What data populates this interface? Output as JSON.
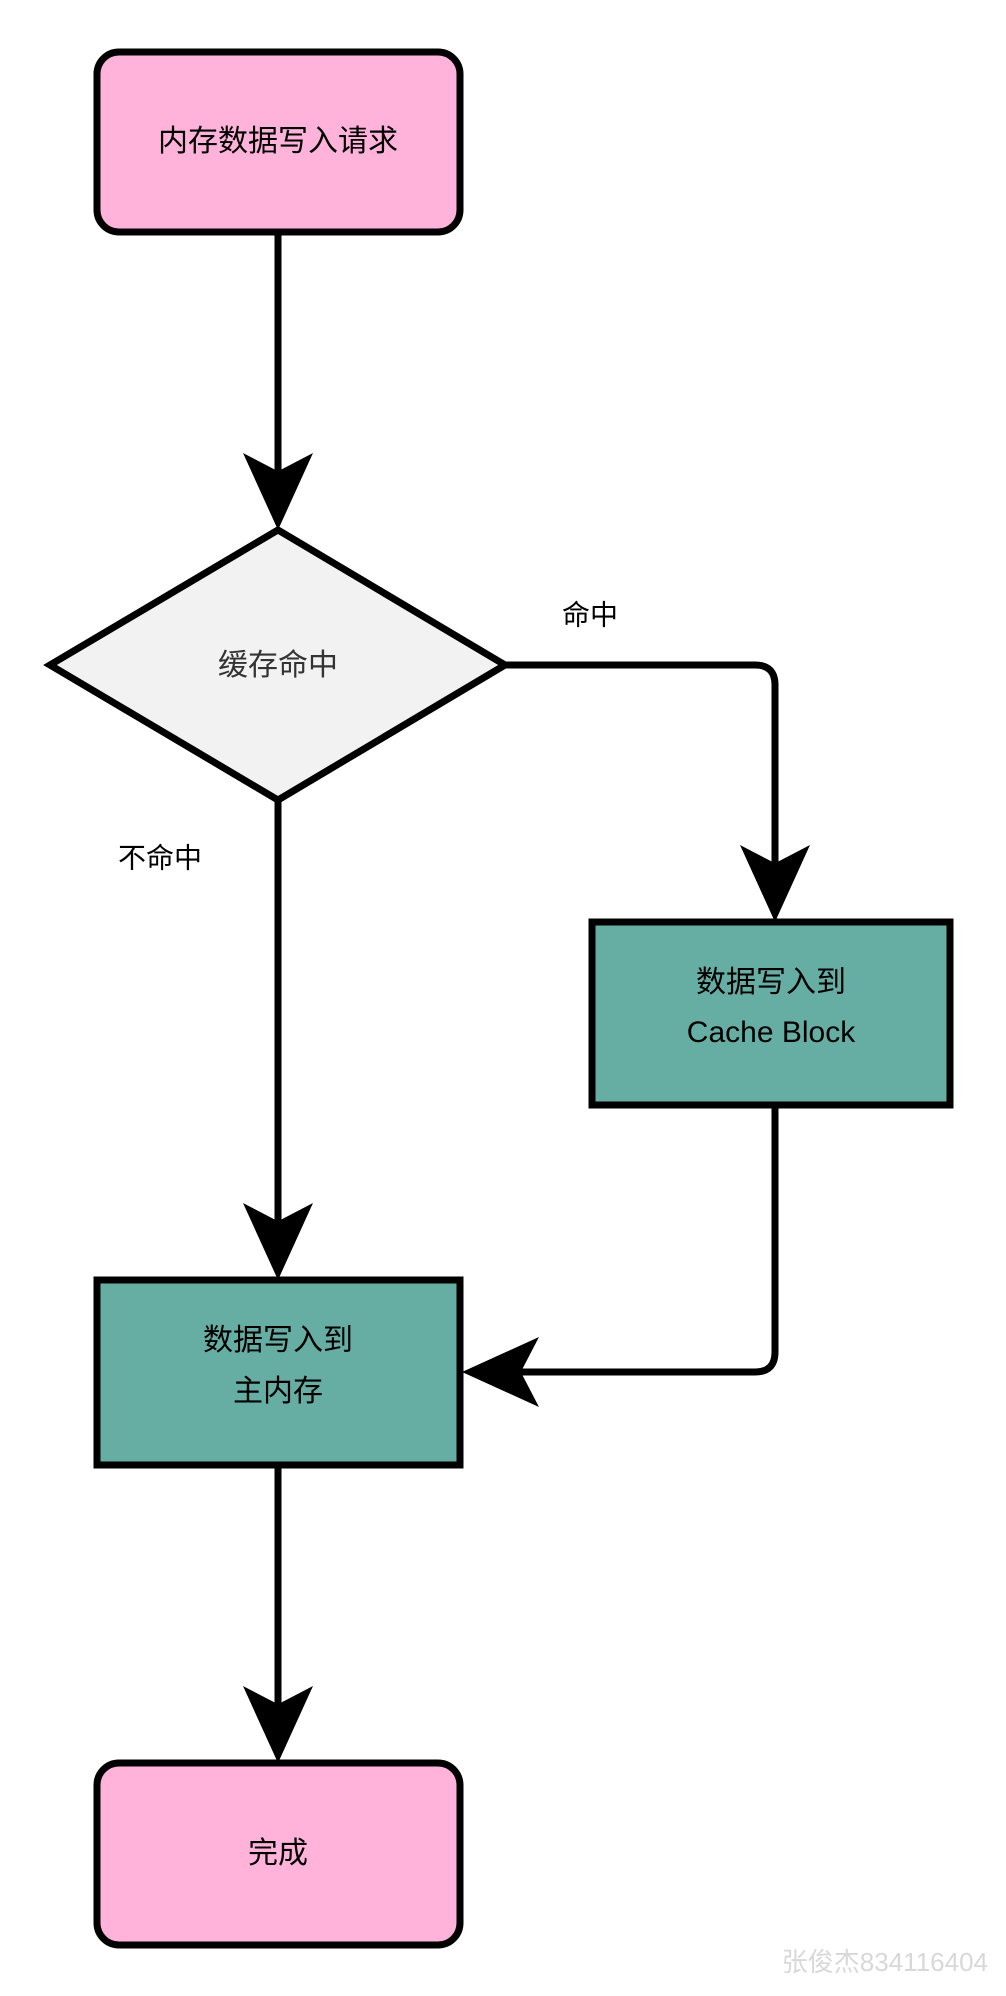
{
  "diagram": {
    "type": "flowchart",
    "title_visible": false,
    "background_color": "#ffffff",
    "palette": {
      "terminal_fill": "#ffb3da",
      "process_fill": "#66ada3",
      "decision_fill": "#f2f2f2",
      "stroke": "#000000",
      "decision_text": "#333333",
      "watermark": "#d8d8d8"
    },
    "nodes": [
      {
        "id": "start",
        "shape": "rounded-rect",
        "fill": "#ffb3da",
        "lines": [
          "内存数据写入请求"
        ]
      },
      {
        "id": "decision",
        "shape": "diamond",
        "fill": "#f2f2f2",
        "lines": [
          "缓存命中"
        ]
      },
      {
        "id": "write-cache",
        "shape": "rect",
        "fill": "#66ada3",
        "lines": [
          "数据写入到",
          "Cache Block"
        ]
      },
      {
        "id": "write-memory",
        "shape": "rect",
        "fill": "#66ada3",
        "lines": [
          "数据写入到",
          "主内存"
        ]
      },
      {
        "id": "end",
        "shape": "rounded-rect",
        "fill": "#ffb3da",
        "lines": [
          "完成"
        ]
      }
    ],
    "edges": [
      {
        "id": "e-start-decision",
        "from": "start",
        "to": "decision",
        "label": ""
      },
      {
        "id": "e-decision-cache",
        "from": "decision",
        "to": "write-cache",
        "label": "命中"
      },
      {
        "id": "e-decision-memory",
        "from": "decision",
        "to": "write-memory",
        "label": "不命中"
      },
      {
        "id": "e-cache-memory",
        "from": "write-cache",
        "to": "write-memory",
        "label": ""
      },
      {
        "id": "e-memory-end",
        "from": "write-memory",
        "to": "end",
        "label": ""
      }
    ]
  },
  "labels": {
    "start_line1": "内存数据写入请求",
    "decision_line1": "缓存命中",
    "cache_line1": "数据写入到",
    "cache_line2": "Cache Block",
    "memory_line1": "数据写入到",
    "memory_line2": "主内存",
    "end_line1": "完成",
    "edge_hit": "命中",
    "edge_miss": "不命中"
  },
  "watermark": {
    "text": "张俊杰834116404"
  }
}
